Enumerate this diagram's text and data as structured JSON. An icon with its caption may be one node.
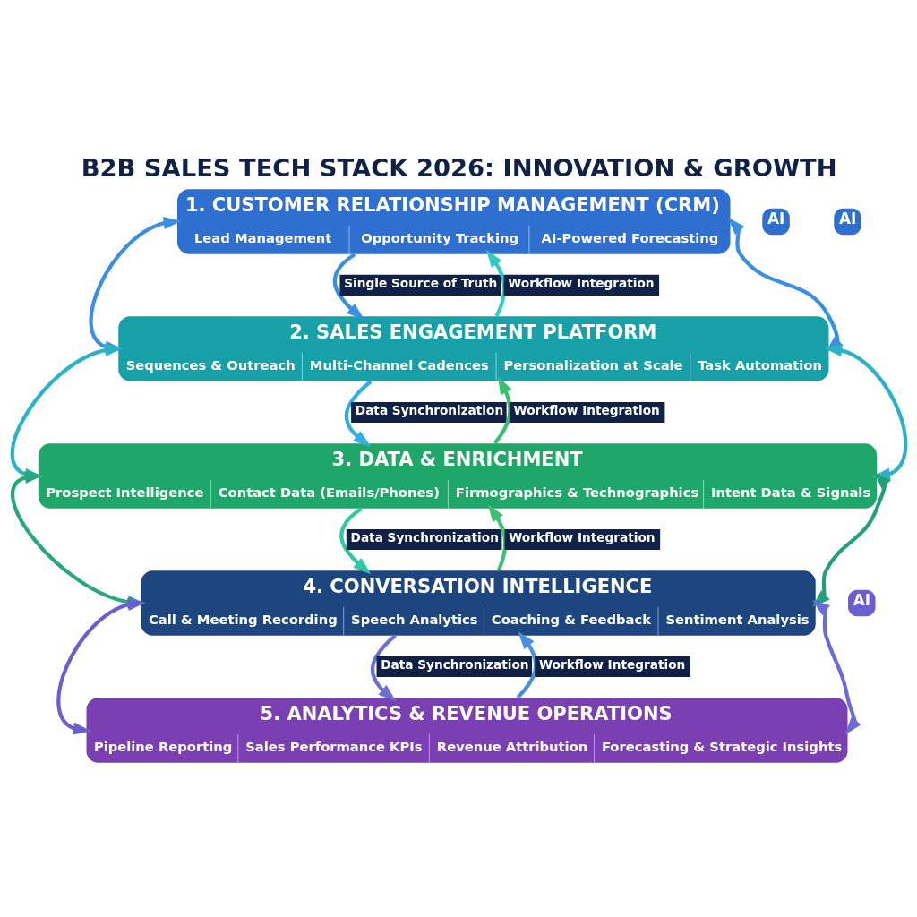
{
  "diagram": {
    "title": "B2B SALES TECH STACK 2026: INNOVATION & GROWTH",
    "nodes": [
      {
        "text": [
          "1. CUSTOMER RELATIONSHIP MANAGEMENT (CRM)",
          "Lead Management",
          "Opportunity Tracking",
          "AI-Powered Forecasting"
        ]
      },
      {
        "text": [
          "2. SALES ENGAGEMENT PLATFORM",
          "Sequences & Outreach",
          "Multi-Channel Cadences",
          "Personalization at Scale",
          "Task Automation"
        ]
      },
      {
        "text": [
          "3. DATA & ENRICHMENT",
          "Prospect Intelligence",
          "Contact Data (Emails/Phones)",
          "Firmographics & Technographics",
          "Intent Data & Signals"
        ]
      },
      {
        "text": [
          "4. CONVERSATION INTELLIGENCE",
          "Call & Meeting Recording",
          "Speech Analytics",
          "Coaching & Feedback",
          "Sentiment Analysis"
        ]
      },
      {
        "text": [
          "5. ANALYTICS & REVENUE OPERATIONS",
          "Pipeline Reporting",
          "Sales Performance KPIs",
          "Revenue Attribution",
          "Forecasting & Strategic Insights"
        ]
      }
    ],
    "edges": [
      {
        "from": 0,
        "to": 1,
        "arrow": "both",
        "color": "#3a8fe0"
      },
      {
        "from": 0,
        "to": 1,
        "arrow": "to",
        "label": "Single Source of Truth",
        "color": "#3a8fe0"
      },
      {
        "from": 1,
        "to": 0,
        "arrow": "to",
        "label": "Workflow Integration",
        "color": "#35c8c8"
      },
      {
        "from": 0,
        "to": 1,
        "arrow": "both",
        "color": "#3a8fe0"
      },
      {
        "from": 1,
        "to": 2,
        "arrow": "both",
        "color": "#2ab3c8"
      },
      {
        "from": 1,
        "to": 2,
        "arrow": "to",
        "label": "Data Synchronization",
        "color": "#33aee0"
      },
      {
        "from": 2,
        "to": 1,
        "arrow": "to",
        "label": "Workflow Integration",
        "color": "#35c070"
      },
      {
        "from": 1,
        "to": 2,
        "arrow": "both",
        "color": "#2ab3c8"
      },
      {
        "from": 2,
        "to": 3,
        "arrow": "both",
        "color": "#28a87a"
      },
      {
        "from": 2,
        "to": 3,
        "arrow": "to",
        "label": "Data Synchronization",
        "color": "#30c8a0"
      },
      {
        "from": 3,
        "to": 2,
        "arrow": "to",
        "label": "Workflow Integration",
        "color": "#3ec070"
      },
      {
        "from": 2,
        "to": 3,
        "arrow": "both",
        "color": "#23a07a"
      },
      {
        "from": 3,
        "to": 4,
        "arrow": "both",
        "color": "#6a5fd0"
      },
      {
        "from": 3,
        "to": 4,
        "arrow": "to",
        "label": "Data Synchronization",
        "color": "#6b70d0"
      },
      {
        "from": 4,
        "to": 3,
        "arrow": "to",
        "label": "Workflow Integration",
        "color": "#4a8ee0"
      },
      {
        "from": 3,
        "to": 4,
        "arrow": "both",
        "color": "#6a6ad8"
      }
    ],
    "labels": [
      "AI",
      "AI",
      "AI"
    ]
  }
}
